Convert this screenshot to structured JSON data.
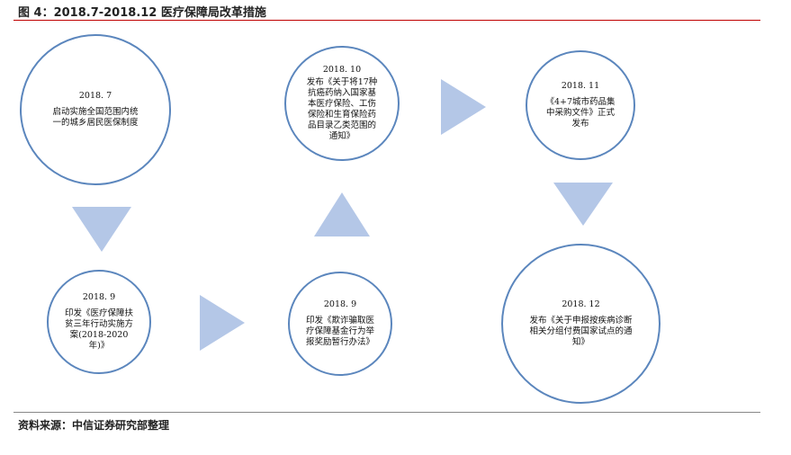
{
  "header": {
    "title": "图 4：2018.7-2018.12 医疗保障局改革措施"
  },
  "footer": {
    "source": "资料来源：中信证券研究部整理"
  },
  "colors": {
    "rule": "#c00000",
    "circle_border": "#5b86bd",
    "arrow_fill": "#b4c7e7"
  },
  "events": [
    {
      "date": "2018. 7",
      "text": "启动实施全国范围内统一的城乡居民医保制度"
    },
    {
      "date": "2018. 10",
      "text": "发布《关于将17种抗癌药纳入国家基本医疗保险、工伤保险和生育保险药品目录乙类范围的通知》"
    },
    {
      "date": "2018. 11",
      "text": "《4+7城市药品集中采购文件》正式发布"
    },
    {
      "date": "2018. 9",
      "text": "印发《医疗保障扶贫三年行动实施方案(2018-2020年)》"
    },
    {
      "date": "2018. 9",
      "text": "印发《欺诈骗取医疗保障基金行为举报奖励暂行办法》"
    },
    {
      "date": "2018. 12",
      "text": "发布《关于申报按疾病诊断相关分组付费国家试点的通知》"
    }
  ]
}
